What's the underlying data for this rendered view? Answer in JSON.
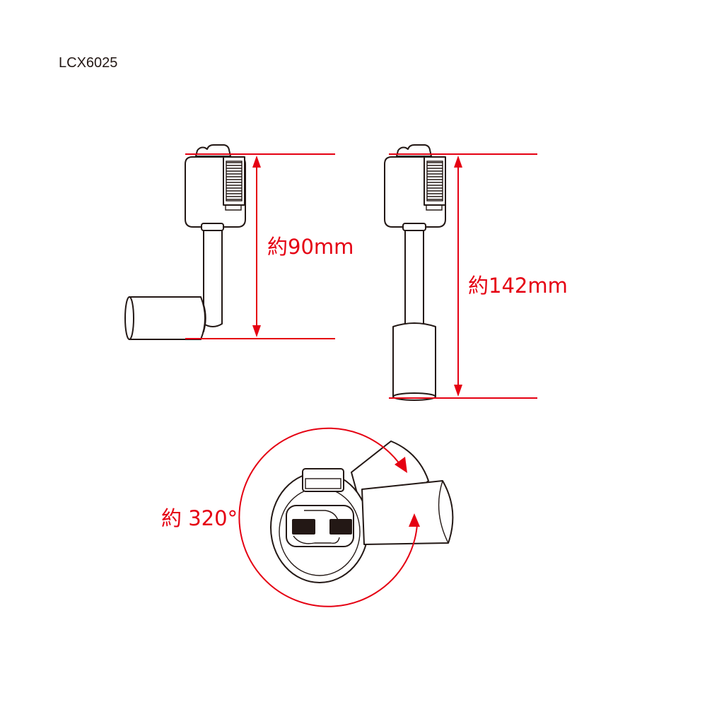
{
  "model_number": "LCX6025",
  "dimensions": {
    "height_short": "約90mm",
    "height_long": "約142mm",
    "rotation": "約 320°"
  },
  "colors": {
    "accent": "#e50012",
    "line": "#231815",
    "background": "#ffffff"
  }
}
